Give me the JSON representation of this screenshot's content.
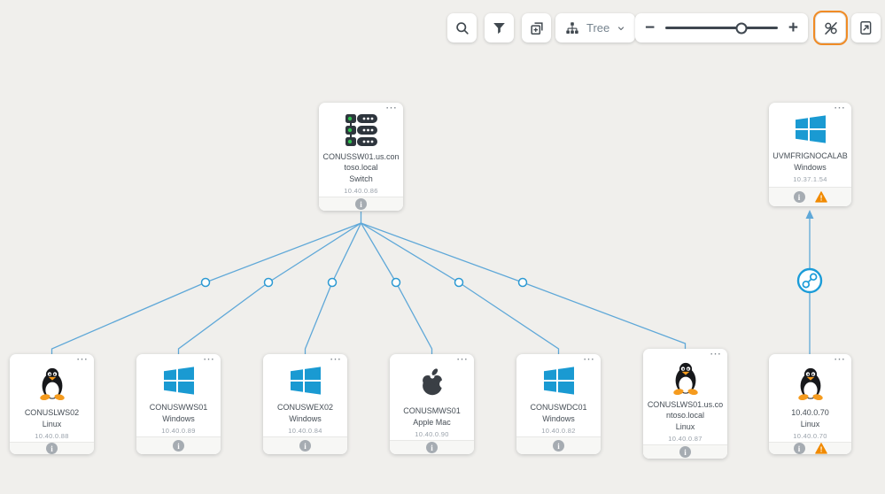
{
  "ui": {
    "card_menu": "⋯",
    "info_glyph": "i",
    "warning_glyph": "!"
  },
  "toolbar": {
    "search_button": {
      "icon": "magnifier"
    },
    "filter_button": {
      "icon": "funnel"
    },
    "open_in_window_button": {
      "icon": "duplicate-window-plus"
    },
    "layout_dropdown": {
      "label": "Tree",
      "icon": "hierarchy-tree",
      "state": "collapsed"
    },
    "zoom_control": {
      "zoom_out": "−",
      "zoom_in": "+"
    },
    "toggle_links_button": {
      "icon": "link-slash",
      "highlighted": true
    },
    "export_button": {
      "icon": "page-export"
    }
  },
  "colors": {
    "background": "#F0EFEC",
    "edge_blue": "#5FA8D8",
    "accent_blue": "#1B9CD8",
    "warning_orange": "#F18A00",
    "highlight_orange": "#F08B25",
    "windows_blue": "#1A9AD2",
    "switch_green": "#2FBF4F"
  },
  "nodes": [
    {
      "name": "CONUSSW01.us.contoso.local",
      "type": "Switch",
      "ip": "10.40.0.86",
      "os_icon": "switch",
      "has_warning": false
    },
    {
      "name": "UVMFRIGNOCALAB",
      "type": "Windows",
      "ip": "10.37.1.54",
      "os_icon": "windows",
      "has_warning": true
    },
    {
      "name": "CONUSLWS02",
      "type": "Linux",
      "ip": "10.40.0.88",
      "os_icon": "linux",
      "has_warning": false
    },
    {
      "name": "CONUSWWS01",
      "type": "Windows",
      "ip": "10.40.0.89",
      "os_icon": "windows",
      "has_warning": false
    },
    {
      "name": "CONUSWEX02",
      "type": "Windows",
      "ip": "10.40.0.84",
      "os_icon": "windows",
      "has_warning": false
    },
    {
      "name": "CONUSMWS01",
      "type": "Apple Mac",
      "ip": "10.40.0.90",
      "os_icon": "apple",
      "has_warning": false
    },
    {
      "name": "CONUSWDC01",
      "type": "Windows",
      "ip": "10.40.0.82",
      "os_icon": "windows",
      "has_warning": false
    },
    {
      "name": "CONUSLWS01.us.contoso.local",
      "type": "Linux",
      "ip": "10.40.0.87",
      "os_icon": "linux",
      "has_warning": false
    },
    {
      "name": "10.40.0.70",
      "type": "Linux",
      "ip": "10.40.0.70",
      "os_icon": "linux",
      "has_warning": true
    }
  ]
}
